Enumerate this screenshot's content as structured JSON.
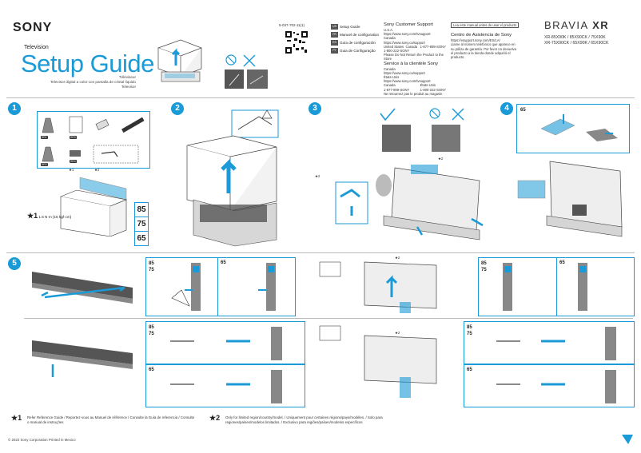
{
  "header": {
    "brand": "SONY",
    "doc_type": "Television",
    "title": "Setup Guide",
    "subtitle": [
      "Téléviseur",
      "Televisor digital a color con pantalla de cristal líquido",
      "Televisor"
    ],
    "part_number": "5-037-702-11(1)"
  },
  "languages": [
    {
      "code": "US",
      "label": "Setup Guide"
    },
    {
      "code": "FR",
      "label": "Manuel de configuration"
    },
    {
      "code": "ES",
      "label": "Guía de configuración"
    },
    {
      "code": "PT",
      "label": "Guia de Configuração"
    }
  ],
  "support": {
    "heading": "Sony Customer Support",
    "us_label": "U.S.A.",
    "us_url": "https://www.sony.com/tvsupport",
    "canada_label": "Canada",
    "canada_url": "https://www.sony.ca/support",
    "phones_left": "United States  Canada\n1-800-222-SONY",
    "phones_right": "1-877-899-SONY",
    "note": "Please Do Not Return the Product to the Store",
    "fr_heading": "Service à la clientèle Sony",
    "fr_ca": "Canada",
    "fr_url": "https://www.sony.ca/support",
    "fr_us": "États-Unis",
    "fr_us_url": "https://www.sony.com/tvsupport",
    "fr_phone_l": "Canada\n1-877-899-SONY",
    "fr_phone_r": "États-Unis\n1-800-222-SONY",
    "fr_note": "Ne retournez pas le produit au magasin"
  },
  "spanish": {
    "box": "Lea este manual antes de usar el producto",
    "heading": "Centro de Asistencia de Sony",
    "url": "https://esupport.sony.com/ES/LA/",
    "text": "Llame al número telefónico que aparece en su póliza de garantía. Por favor no devuelva el producto a la tienda donde adquirió el producto."
  },
  "product": {
    "line": "BRAVIA",
    "line_bold": "XR",
    "models": [
      "XR-85X90K / 85X90CK / 75X90K",
      "XR-75X90CK / 65X90K / 65X90CK"
    ]
  },
  "steps": {
    "s1": "1",
    "s2": "2",
    "s3": "3",
    "s4": "4",
    "s5": "5"
  },
  "sizes": [
    "85",
    "75",
    "65"
  ],
  "screw_spec": "1.5 N·m {15 kgf·cm}",
  "star_labels": {
    "one": "★1",
    "two": "★2"
  },
  "parts": [
    "SR1",
    "SR2",
    "SR3",
    "SR4",
    "SR5"
  ],
  "diagram": {
    "panel_sizes_a": "85\n75",
    "panel_size_b": "65"
  },
  "footer": {
    "star1_mark": "★1",
    "star1_text": "Refer Reference Guide / Reportez-vous au Manuel de référence / Consulte la Guía de referencia / Consulte o manual de instruções",
    "star2_mark": "★2",
    "star2_text": "Only for limited region/country/model. / Uniquement pour certaines régions/pays/modèles. / Solo para regiones/países/modelos limitados. / Exclusivo para regiões/países/modelos específicos",
    "copyright": "© 2022 Sony Corporation  Printed in Mexico"
  },
  "colors": {
    "accent": "#1a9ad6"
  }
}
